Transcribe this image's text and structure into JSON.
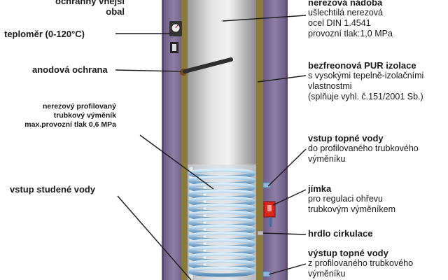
{
  "labels_left": {
    "outer_casing": "ochranný vnější",
    "outer_casing_2": "obal",
    "thermometer": "teploměr (0-120°C)",
    "anode": "anodová ochrana",
    "exchanger_1": "nerezový profilovaný",
    "exchanger_2": "trubkový výměník",
    "exchanger_3": "max.provozní tlak 0,6 MPa",
    "cold_water": "vstup studené vody"
  },
  "labels_right": {
    "vessel_title": "nerezová nádoba",
    "vessel_1": "ušlechtilá nerezová",
    "vessel_2": "ocel DIN 1.4541",
    "vessel_3": "provozní tlak:1,0 MPa",
    "insulation_title": "bezfreonová PUR izolace",
    "insulation_1": "s vysokými tepelně-izolačními",
    "insulation_2": "vlastnostmi",
    "insulation_3": "(splňuje vyhl. č.151/2001 Sb.)",
    "heating_in_title": "vstup topné vody",
    "heating_in_1": "do profilovaného trubkového",
    "heating_in_2": "výměníku",
    "well_title": "jímka",
    "well_1": "pro regulaci ohřevu",
    "well_2": "trubkovým výměníkem",
    "circulation_title": "hrdlo cirkulace",
    "heating_out_title": "výstup topné vody",
    "heating_out_1": "z profilovaného trubkového",
    "heating_out_2": "výměníku"
  },
  "colors": {
    "insulation": "#7d6e96",
    "wall": "#8a7a3c",
    "vessel": "#c9c9c9",
    "coil": "#8ab6d6",
    "leader": "#1a1a1a",
    "well": "#d8261b"
  },
  "icons": [
    "thermometer-icon",
    "anode-rod",
    "heating-coil",
    "sensor-well"
  ]
}
